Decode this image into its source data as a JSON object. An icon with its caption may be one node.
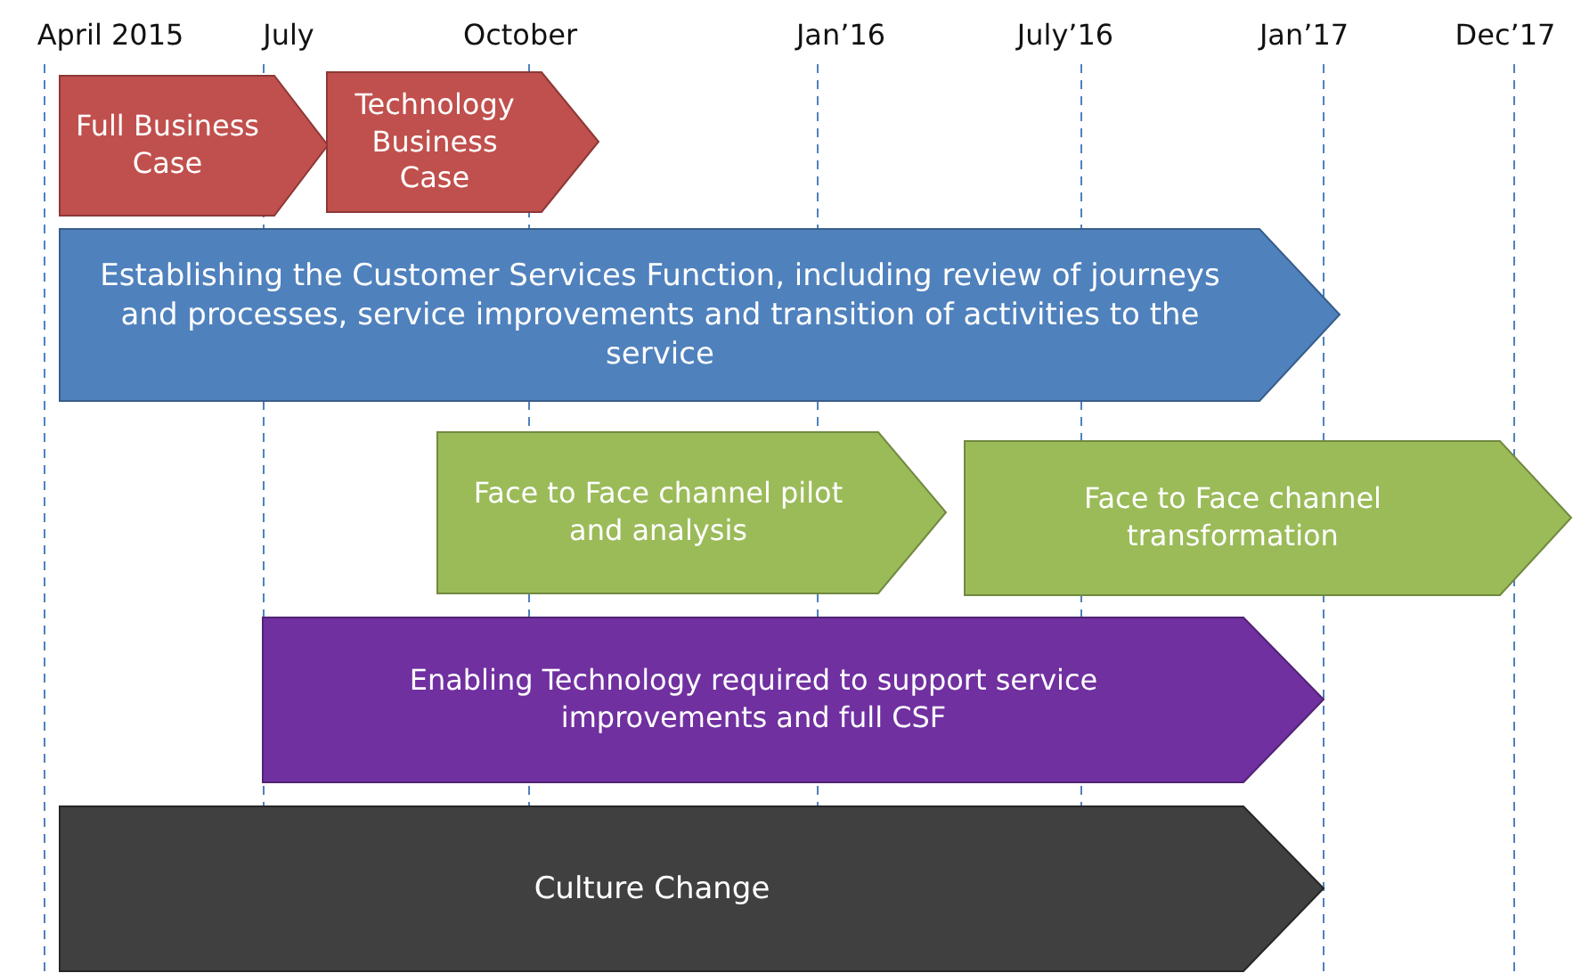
{
  "diagram": {
    "nodes": [
      {
        "text": [
          "Full Business Case"
        ]
      },
      {
        "text": [
          "Technology Business Case"
        ]
      },
      {
        "text": [
          "Establishing the Customer Services Function, including review of journeys and processes, service improvements and transition of activities to the service"
        ]
      },
      {
        "text": [
          "Face to Face channel pilot and analysis"
        ]
      },
      {
        "text": [
          "Face to Face channel transformation"
        ]
      },
      {
        "text": [
          "Enabling Technology required to support service improvements and full CSF"
        ]
      },
      {
        "text": [
          "Culture Change"
        ]
      }
    ],
    "labels": [
      "April 2015",
      "July",
      "October",
      "Jan’16",
      "July’16",
      "Jan’17",
      "Dec’17"
    ]
  }
}
